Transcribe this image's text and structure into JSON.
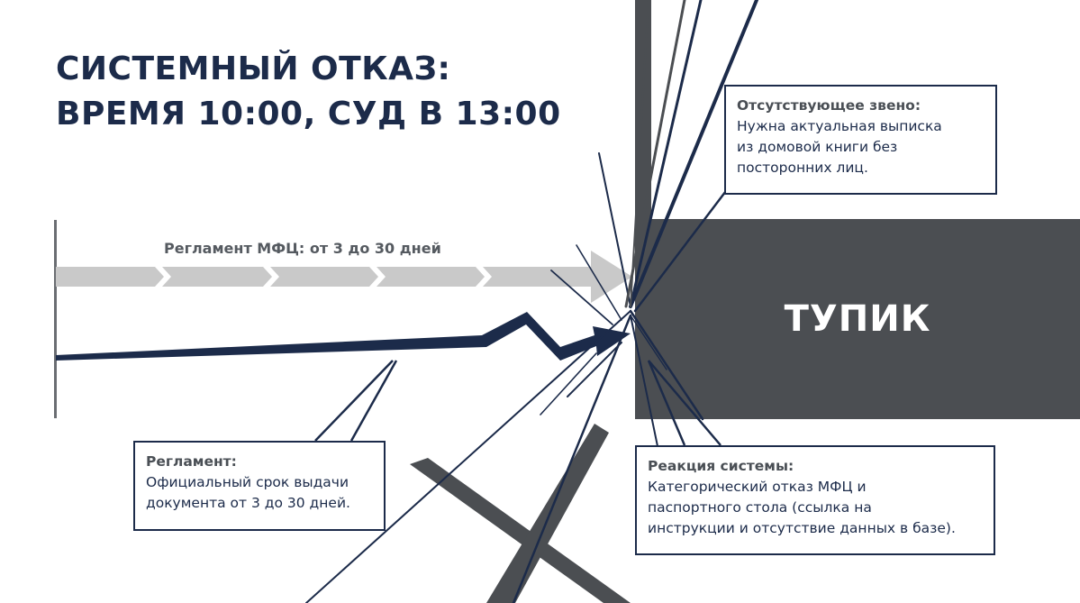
{
  "title": {
    "line1": "СИСТЕМНЫЙ ОТКАЗ:",
    "line2": "ВРЕМЯ 10:00, СУД В 13:00"
  },
  "timeline": {
    "label": "Регламент МФЦ: от 3 до 30 дней"
  },
  "dead_end": {
    "label": "ТУПИК"
  },
  "callouts": {
    "missing_link": {
      "heading": "Отсутствующее звено:",
      "text": "Нужна актуальная выписка\nиз домовой книги без\nпосторонних лиц."
    },
    "regulation": {
      "heading": "Регламент:",
      "text": "Официальный срок выдачи\nдокумента от 3 до 30 дней."
    },
    "system_reaction": {
      "heading": "Реакция системы:",
      "text": "Категорический отказ МФЦ и\nпаспортного стола (ссылка на\nинструкции и отсутствие данных в базе)."
    }
  },
  "colors": {
    "navy": "#1c2b4a",
    "dark_gray": "#4b4e52",
    "light_gray": "#c9c9c9",
    "mid_gray": "#555a60"
  }
}
